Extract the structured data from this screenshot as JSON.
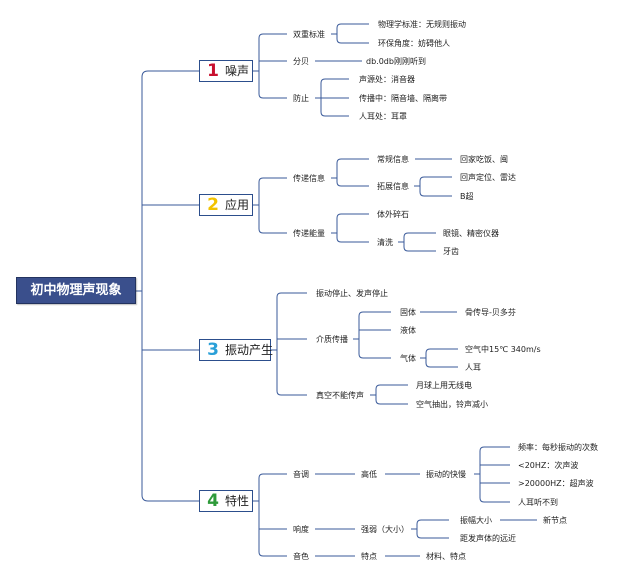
{
  "title": "初中物理声现象",
  "colors": {
    "line": "#3a5a9a",
    "root_fill": "#3a4f8c",
    "num1": "#c8102e",
    "num2": "#f2c200",
    "num3": "#2aa0d8",
    "num4": "#2e9a3a"
  },
  "branches": [
    {
      "num": "1",
      "label": "噪声",
      "children": [
        {
          "label": "双重标准",
          "children": [
            {
              "label": "物理学标准：无规则振动"
            },
            {
              "label": "环保角度：妨碍他人"
            }
          ]
        },
        {
          "label": "分贝",
          "children": [
            {
              "label": "db.0db刚刚听到"
            }
          ]
        },
        {
          "label": "防止",
          "children": [
            {
              "label": "声源处：消音器"
            },
            {
              "label": "传播中：隔音墙、隔离带"
            },
            {
              "label": "人耳处：耳罩"
            }
          ]
        }
      ]
    },
    {
      "num": "2",
      "label": "应用",
      "children": [
        {
          "label": "传递信息",
          "children": [
            {
              "label": "常规信息",
              "children": [
                {
                  "label": "回家吃饭、闽"
                }
              ]
            },
            {
              "label": "拓展信息",
              "children": [
                {
                  "label": "回声定位、雷达"
                },
                {
                  "label": "B超"
                }
              ]
            }
          ]
        },
        {
          "label": "传递能量",
          "children": [
            {
              "label": "体外碎石"
            },
            {
              "label": "清洗",
              "children": [
                {
                  "label": "眼镜、精密仪器"
                },
                {
                  "label": "牙齿"
                }
              ]
            }
          ]
        }
      ]
    },
    {
      "num": "3",
      "label": "振动产生",
      "children": [
        {
          "label": "振动停止、发声停止"
        },
        {
          "label": "介质传播",
          "children": [
            {
              "label": "固体",
              "children": [
                {
                  "label": "骨传导-贝多芬"
                }
              ]
            },
            {
              "label": "液体"
            },
            {
              "label": "气体",
              "children": [
                {
                  "label": "空气中15℃ 340m/s"
                },
                {
                  "label": "人耳"
                }
              ]
            }
          ]
        },
        {
          "label": "真空不能传声",
          "children": [
            {
              "label": "月球上用无线电"
            },
            {
              "label": "空气抽出，铃声减小"
            }
          ]
        }
      ]
    },
    {
      "num": "4",
      "label": "特性",
      "children": [
        {
          "label": "音调",
          "children": [
            {
              "label": "高低",
              "children": [
                {
                  "label": "振动的快慢",
                  "children": [
                    {
                      "label": "频率：每秒振动的次数"
                    },
                    {
                      "label": "<20HZ：次声波"
                    },
                    {
                      "label": ">20000HZ：超声波"
                    },
                    {
                      "label": "人耳听不到"
                    }
                  ]
                }
              ]
            }
          ]
        },
        {
          "label": "响度",
          "children": [
            {
              "label": "强弱（大小）",
              "children": [
                {
                  "label": "振幅大小",
                  "children": [
                    {
                      "label": "新节点"
                    }
                  ]
                },
                {
                  "label": "距发声体的远近"
                }
              ]
            }
          ]
        },
        {
          "label": "音色",
          "children": [
            {
              "label": "特点",
              "children": [
                {
                  "label": "材料、特点"
                }
              ]
            }
          ]
        }
      ]
    }
  ]
}
